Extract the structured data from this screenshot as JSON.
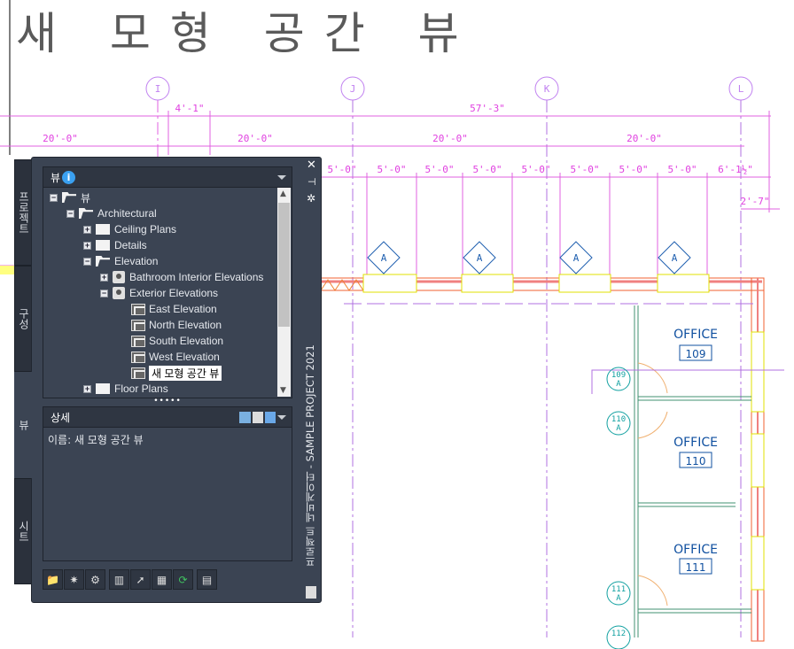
{
  "view_title": "새 모형 공간 뷰",
  "drawing": {
    "grid_labels": [
      "I",
      "J",
      "K",
      "L"
    ],
    "dims_top": [
      "4'-1\"",
      "57'-3\""
    ],
    "dims_mid": [
      "20'-0\"",
      "20'-0\"",
      "20'-0\"",
      "20'-0\""
    ],
    "dims_low": [
      "5'-0\"",
      "5'-0\"",
      "5'-0\"",
      "5'-0\"",
      "5'-0\"",
      "5'-0\"",
      "5'-0\"",
      "5'-0\"",
      "6'-1½\""
    ],
    "dim_side": "2'-7\"",
    "tag": "A",
    "rooms": [
      {
        "name": "OFFICE",
        "number": "109"
      },
      {
        "name": "OFFICE",
        "number": "110"
      },
      {
        "name": "OFFICE",
        "number": "111"
      }
    ],
    "door_tags": [
      {
        "n": "109",
        "l": "A"
      },
      {
        "n": "110",
        "l": "A"
      },
      {
        "n": "111",
        "l": "A"
      },
      {
        "n": "112",
        "l": ""
      }
    ]
  },
  "palette": {
    "title": "프로젝트 네비게이터 - SAMPLE PROJECT 2021",
    "tabs": [
      "프로젝트",
      "구성",
      "뷰",
      "시트"
    ],
    "views_header": "뷰",
    "tree": [
      "뷰",
      "Architectural",
      "Ceiling Plans",
      "Details",
      "Elevation",
      "Bathroom Interior Elevations",
      "Exterior Elevations",
      "East Elevation",
      "North Elevation",
      "South Elevation",
      "West Elevation",
      "새 모형 공간 뷰",
      "Floor Plans"
    ],
    "details_header": "상세",
    "details_text": "이름: 새 모형 공간 뷰"
  }
}
